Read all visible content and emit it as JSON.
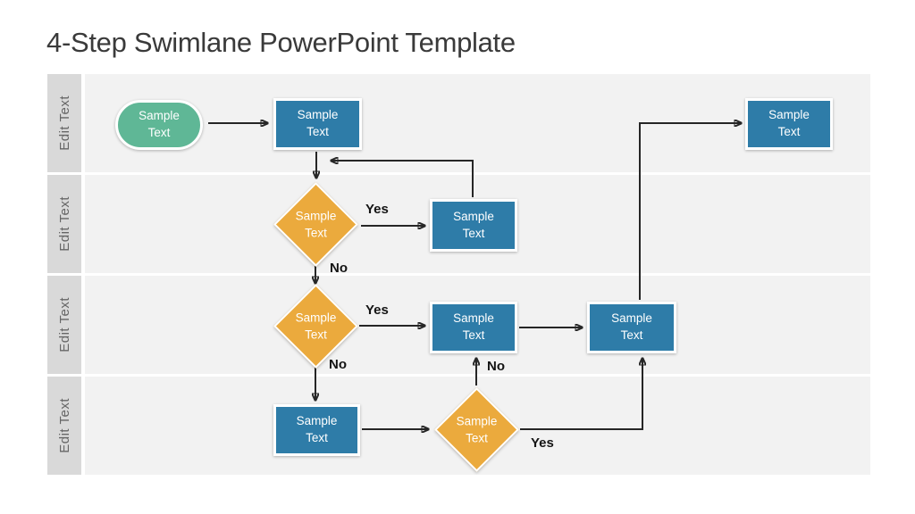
{
  "title": "4-Step Swimlane PowerPoint Template",
  "colors": {
    "blue": "#2e7ca8",
    "orange": "#ebaa3d",
    "green": "#5fb796",
    "lane_bg": "#f2f2f2",
    "lane_label_bg": "#d9d9d9",
    "connector": "#262626"
  },
  "lanes": [
    {
      "label": "Edit Text"
    },
    {
      "label": "Edit Text"
    },
    {
      "label": "Edit Text"
    },
    {
      "label": "Edit Text"
    }
  ],
  "shapes": {
    "start": {
      "type": "terminator",
      "label": "Sample Text"
    },
    "l1_process": {
      "type": "process",
      "label": "Sample Text"
    },
    "l1_end": {
      "type": "process",
      "label": "Sample Text"
    },
    "l2_decision": {
      "type": "decision",
      "label": "Sample Text"
    },
    "l2_process": {
      "type": "process",
      "label": "Sample Text"
    },
    "l3_decision": {
      "type": "decision",
      "label": "Sample Text"
    },
    "l3_process1": {
      "type": "process",
      "label": "Sample Text"
    },
    "l3_process2": {
      "type": "process",
      "label": "Sample Text"
    },
    "l4_process": {
      "type": "process",
      "label": "Sample Text"
    },
    "l4_decision": {
      "type": "decision",
      "label": "Sample Text"
    }
  },
  "connector_labels": {
    "l2_yes": "Yes",
    "l2_no": "No",
    "l3_yes": "Yes",
    "l3_no": "No",
    "l3_return_no": "No",
    "l4_yes": "Yes"
  }
}
